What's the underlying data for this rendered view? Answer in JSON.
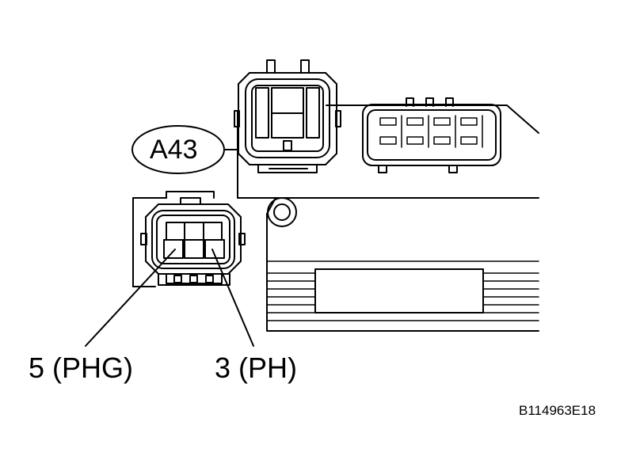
{
  "labels": {
    "connector_id": "A43",
    "pin_5": "5 (PHG)",
    "pin_3": "3 (PH)",
    "figure_ref": "B114963E18"
  },
  "colors": {
    "line": "#000000",
    "background": "#ffffff"
  }
}
